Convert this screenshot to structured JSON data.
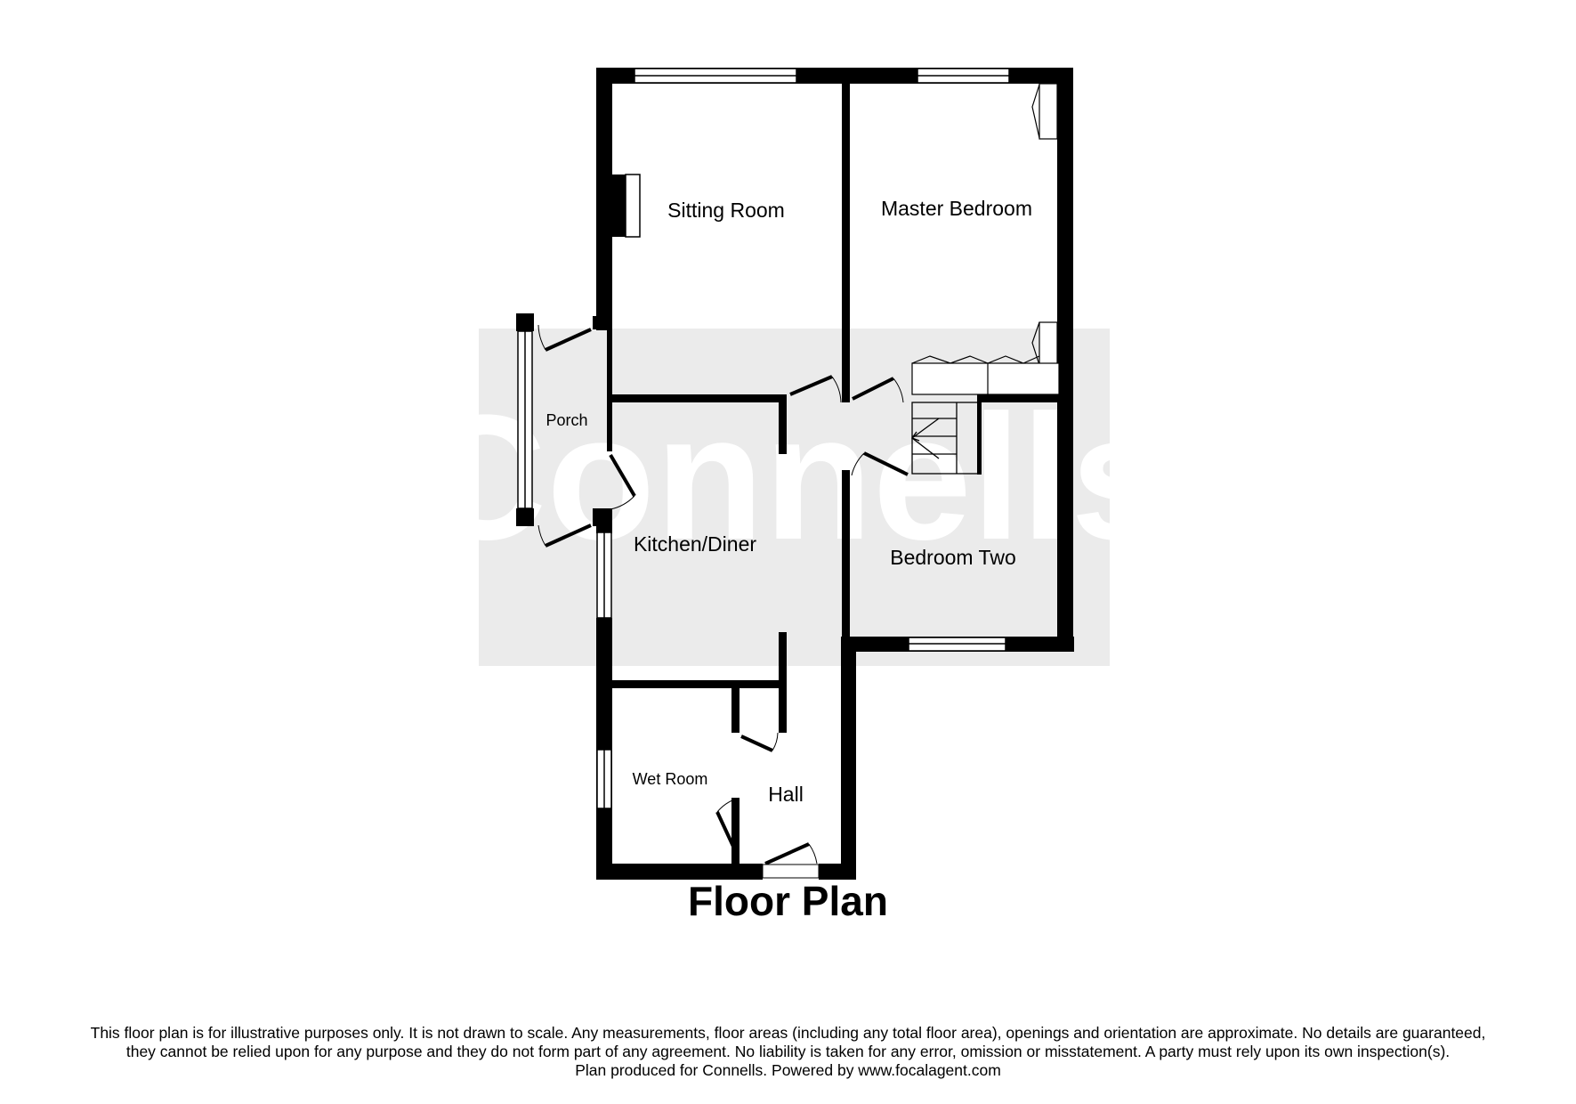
{
  "watermark": {
    "text": "Connells"
  },
  "rooms": {
    "sitting_room": "Sitting Room",
    "master_bedroom": "Master Bedroom",
    "porch": "Porch",
    "kitchen_diner": "Kitchen/Diner",
    "bedroom_two": "Bedroom Two",
    "wet_room": "Wet Room",
    "hall": "Hall"
  },
  "title": "Floor Plan",
  "disclaimer": {
    "line1": "This floor plan is for illustrative purposes only. It is not drawn to scale. Any measurements, floor areas (including any total floor area), openings and orientation are approximate. No details are guaranteed,",
    "line2": "they cannot be relied upon for any purpose and they do not form part of any agreement. No liability is taken for any error, omission or misstatement. A party must rely upon its own inspection(s).",
    "line3": "Plan produced for Connells. Powered by www.focalagent.com"
  },
  "colors": {
    "wall": "#000000",
    "watermark_panel": "#ebebeb",
    "watermark_text": "#ffffff"
  }
}
